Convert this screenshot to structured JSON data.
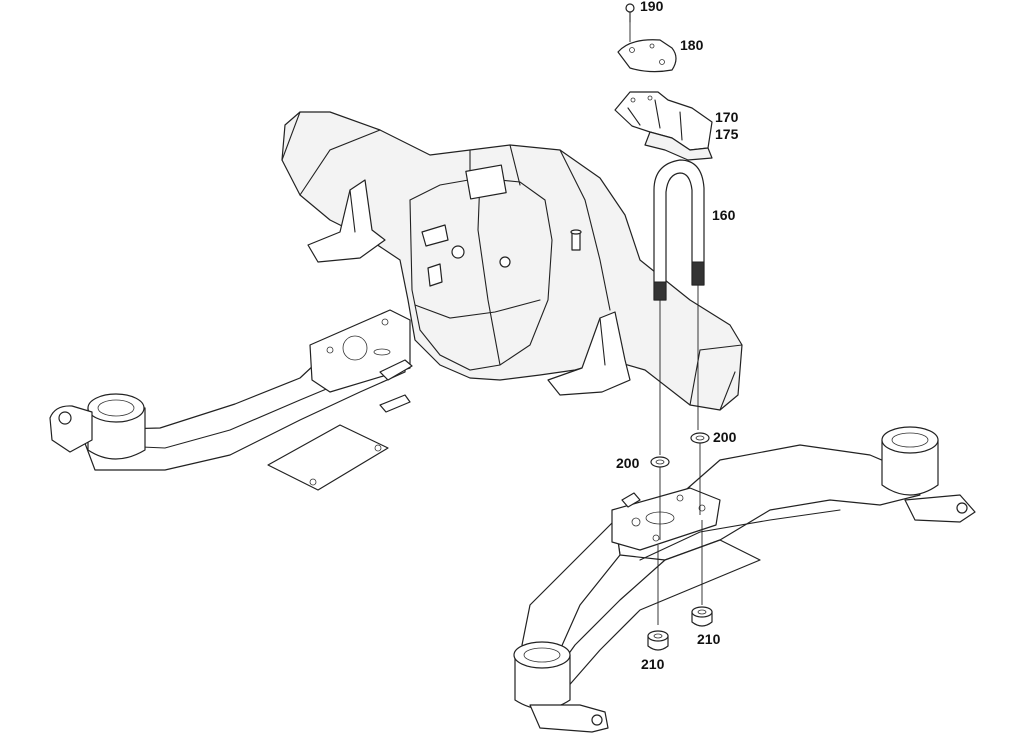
{
  "callouts": {
    "c190": "190",
    "c180": "180",
    "c170": "170",
    "c175": "175",
    "c160": "160",
    "c200a": "200",
    "c200b": "200",
    "c210a": "210",
    "c210b": "210"
  },
  "colors": {
    "line": "#222222",
    "body_fill": "#f3f3f3",
    "background": "#ffffff"
  }
}
